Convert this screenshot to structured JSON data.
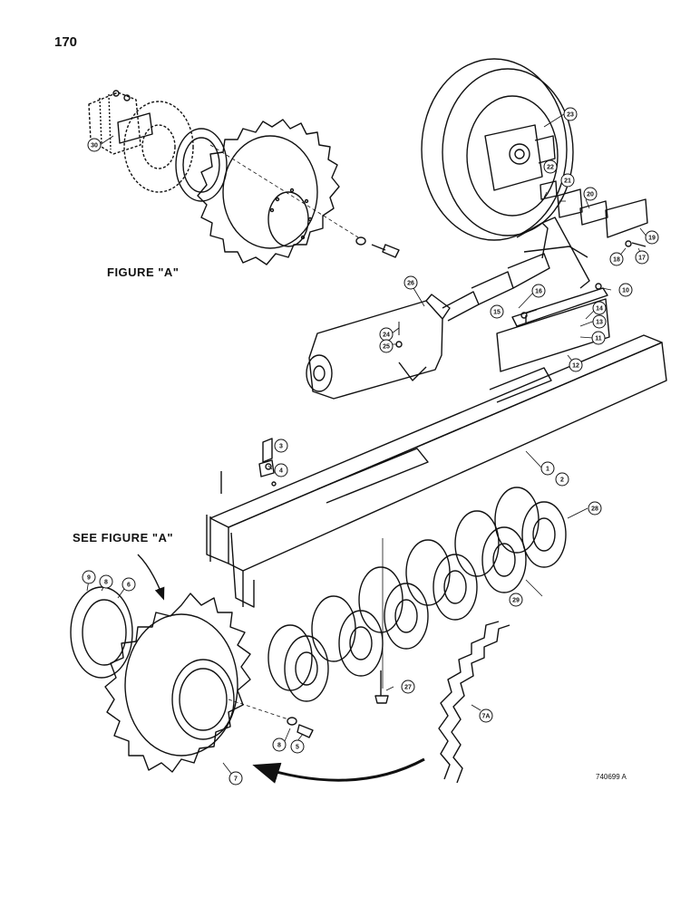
{
  "page_number": "170",
  "figure_a_label": "FIGURE \"A\"",
  "see_figure_label": "SEE FIGURE \"A\"",
  "drawing_code": "740699 A",
  "callouts": [
    {
      "id": "c30",
      "text": "30"
    },
    {
      "id": "c23",
      "text": "23"
    },
    {
      "id": "c22",
      "text": "22"
    },
    {
      "id": "c21",
      "text": "21"
    },
    {
      "id": "c20",
      "text": "20"
    },
    {
      "id": "c19",
      "text": "19"
    },
    {
      "id": "c18",
      "text": "18"
    },
    {
      "id": "c17",
      "text": "17"
    },
    {
      "id": "c26",
      "text": "26"
    },
    {
      "id": "c16",
      "text": "16"
    },
    {
      "id": "c10",
      "text": "10"
    },
    {
      "id": "c15",
      "text": "15"
    },
    {
      "id": "c14",
      "text": "14"
    },
    {
      "id": "c13",
      "text": "13"
    },
    {
      "id": "c11",
      "text": "11"
    },
    {
      "id": "c12",
      "text": "12"
    },
    {
      "id": "c24",
      "text": "24"
    },
    {
      "id": "c25",
      "text": "25"
    },
    {
      "id": "c3",
      "text": "3"
    },
    {
      "id": "c4",
      "text": "4"
    },
    {
      "id": "c1",
      "text": "1"
    },
    {
      "id": "c2",
      "text": "2"
    },
    {
      "id": "c28",
      "text": "28"
    },
    {
      "id": "c29",
      "text": "29"
    },
    {
      "id": "c9",
      "text": "9"
    },
    {
      "id": "c8a",
      "text": "8"
    },
    {
      "id": "c6",
      "text": "6"
    },
    {
      "id": "c27",
      "text": "27"
    },
    {
      "id": "c7a",
      "text": "7A"
    },
    {
      "id": "c8b",
      "text": "8"
    },
    {
      "id": "c5",
      "text": "5"
    },
    {
      "id": "c7",
      "text": "7"
    }
  ]
}
